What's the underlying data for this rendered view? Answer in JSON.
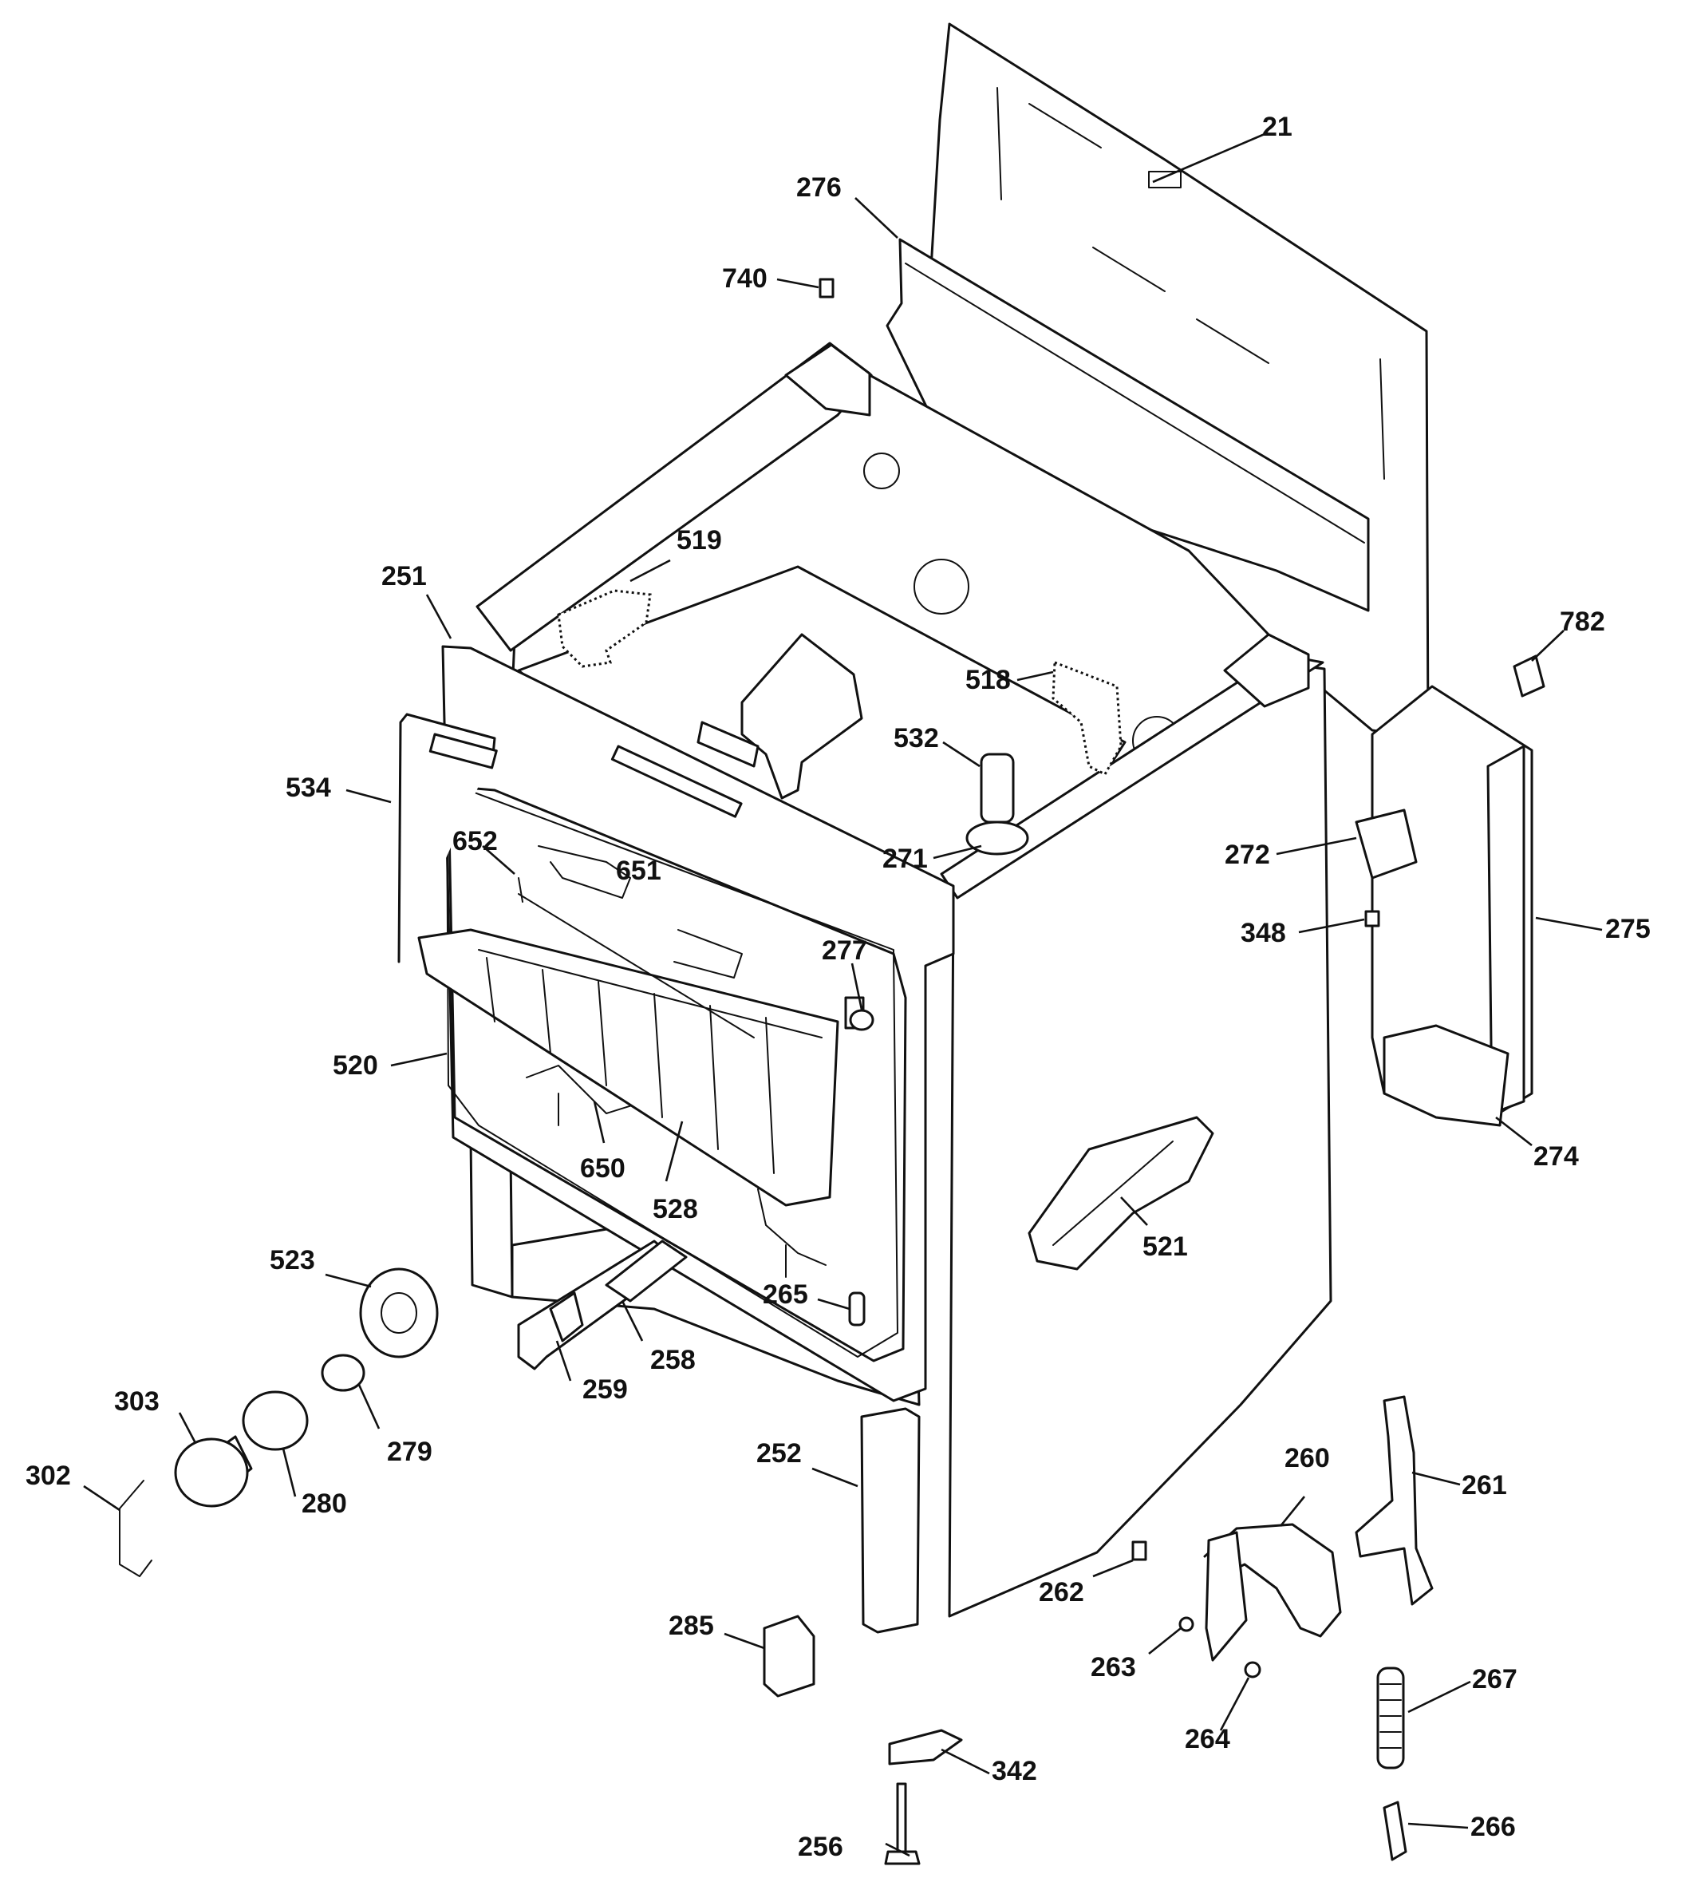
{
  "labels": {
    "l21": "21",
    "l276": "276",
    "l740": "740",
    "l519": "519",
    "l251": "251",
    "l782": "782",
    "l518": "518",
    "l534": "534",
    "l532": "532",
    "l652": "652",
    "l651": "651",
    "l271": "271",
    "l272": "272",
    "l348": "348",
    "l275": "275",
    "l277": "277",
    "l520": "520",
    "l274": "274",
    "l650": "650",
    "l528": "528",
    "l521": "521",
    "l523": "523",
    "l265": "265",
    "l258": "258",
    "l303": "303",
    "l259": "259",
    "l279": "279",
    "l280": "280",
    "l252": "252",
    "l260": "260",
    "l261": "261",
    "l302": "302",
    "l262": "262",
    "l285": "285",
    "l263": "263",
    "l267": "267",
    "l342": "342",
    "l264": "264",
    "l256": "256",
    "l266": "266"
  },
  "colors": {
    "line": "#111111",
    "paper": "#ffffff"
  }
}
